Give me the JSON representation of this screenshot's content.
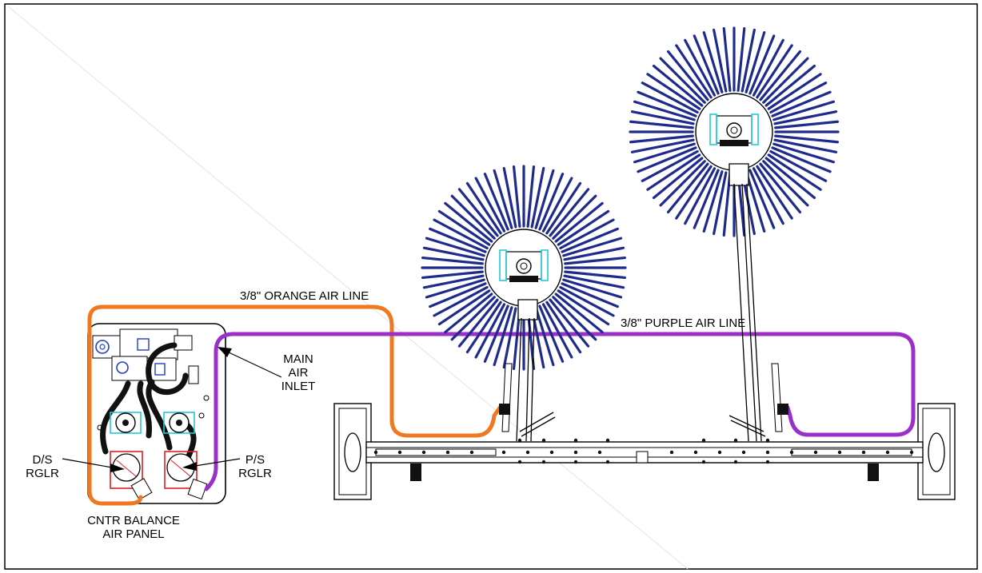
{
  "labels": {
    "orange_line": "3/8\" ORANGE AIR LINE",
    "purple_line": "3/8\" PURPLE AIR LINE",
    "main_air_inlet": [
      "MAIN",
      "AIR",
      "INLET"
    ],
    "ds_regulator": [
      "D/S",
      "RGLR"
    ],
    "ps_regulator": [
      "P/S",
      "RGLR"
    ],
    "panel_name": [
      "CNTR BALANCE",
      "AIR PANEL"
    ]
  },
  "colors": {
    "orange_line": "#F07820",
    "purple_line": "#9B30C8",
    "brush_bristle": "#1E2A8C",
    "fitting_cyan": "#22C8D8",
    "regulator_red": "#E02020",
    "valve_blue": "#2040C0",
    "hose_black": "#111111"
  }
}
